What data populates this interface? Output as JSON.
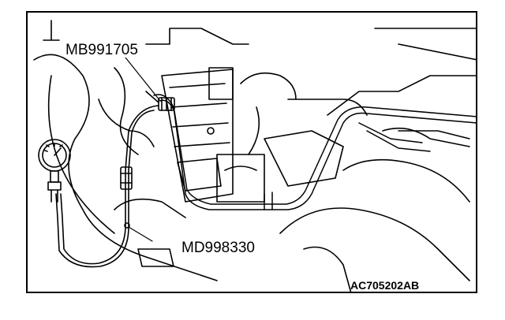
{
  "callouts": {
    "top": "MB991705",
    "bottom": "MD998330"
  },
  "figure_id": "AC705202AB",
  "icons": [
    "pressure-gauge-icon",
    "hose-icon",
    "connector-adapter-icon"
  ],
  "colors": {
    "line": "#000000",
    "background": "#ffffff"
  }
}
